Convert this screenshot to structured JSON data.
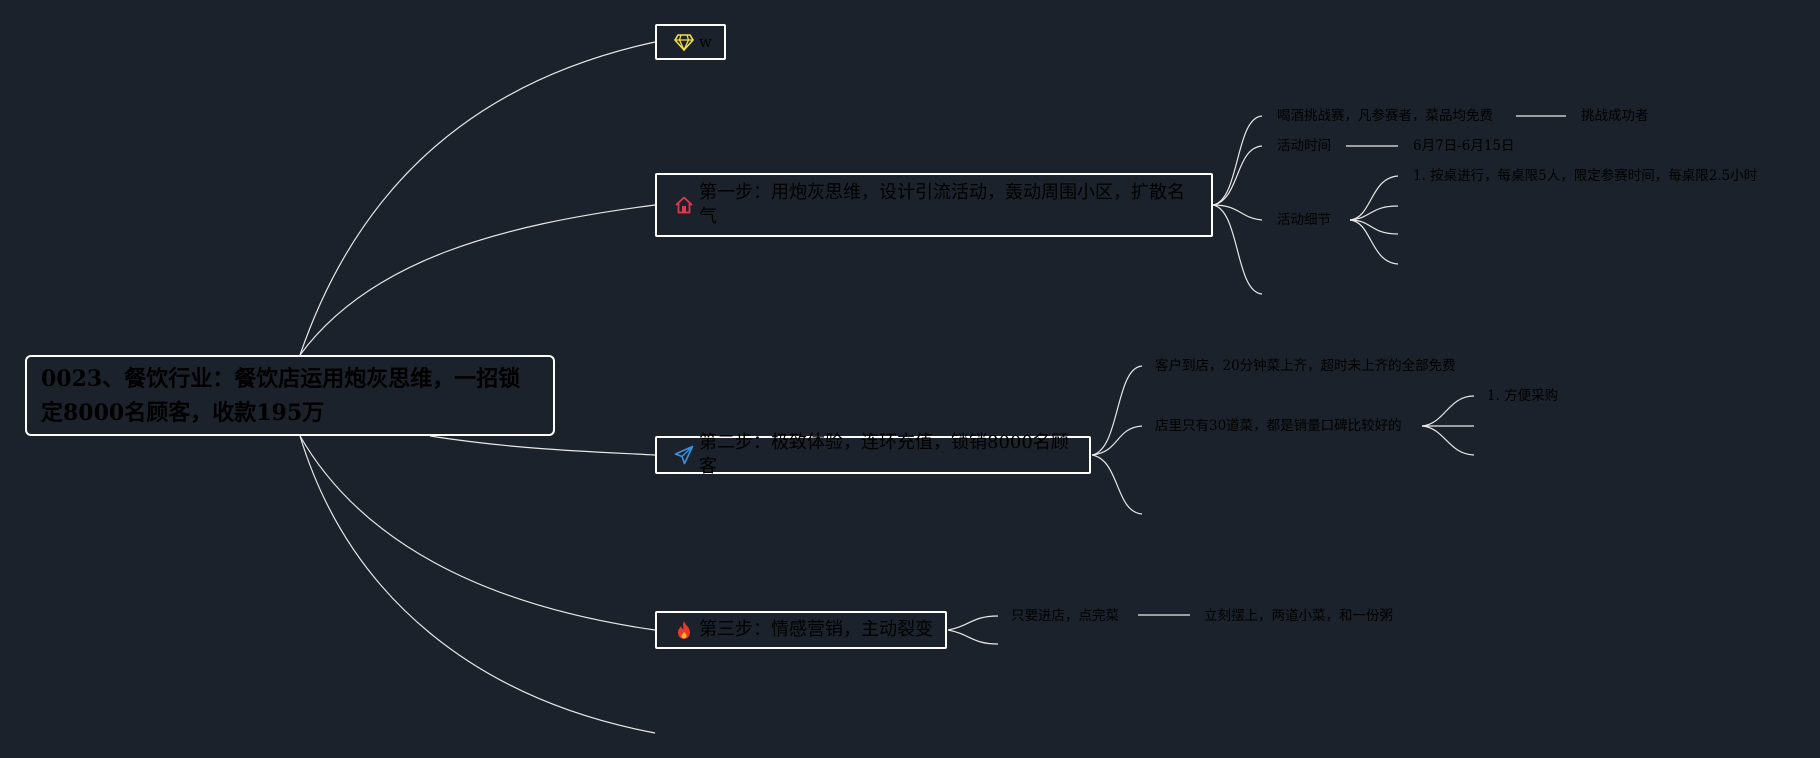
{
  "root": {
    "title": "0023、餐饮行业：餐饮店运用炮灰思维，一招锁定8000名顾客，收款195万"
  },
  "branches": {
    "w": {
      "label": "w",
      "icon": "diamond-icon",
      "icon_color": "#f5e04a"
    },
    "step1": {
      "label": "第一步：用炮灰思维，设计引流活动，轰动周围小区，扩散名气",
      "icon": "house-icon",
      "icon_color": "#e0384f",
      "children": {
        "challenge": "喝酒挑战赛，凡参赛者，菜品均免费",
        "challenge_child": "挑战成功者",
        "time": "活动时间",
        "time_value": "6月7日-6月15日",
        "details": "活动细节",
        "detail_1": "1. 按桌进行，每桌限5人，限定参赛时间，每桌限2.5小时"
      }
    },
    "step2": {
      "label": "第二步：极致体验，连环充值，锁销8000名顾客",
      "icon": "paper-plane-icon",
      "icon_color": "#3a8fd9",
      "children": {
        "serve": "客户到店，20分钟菜上齐，超时未上齐的全部免费",
        "dishes": "店里只有30道菜，都是销量口碑比较好的",
        "dishes_1": "1. 方便采购"
      }
    },
    "step3": {
      "label": "第三步：情感营销，主动裂变",
      "icon": "fire-icon",
      "icon_color": "#e8392a",
      "children": {
        "order": "只要进店，点完菜",
        "order_child": "立刻摆上，两道小菜，和一份粥"
      }
    }
  },
  "colors": {
    "background": "#1c222b",
    "line": "#e8e8e8",
    "border": "#ffffff",
    "text": "#000000"
  }
}
